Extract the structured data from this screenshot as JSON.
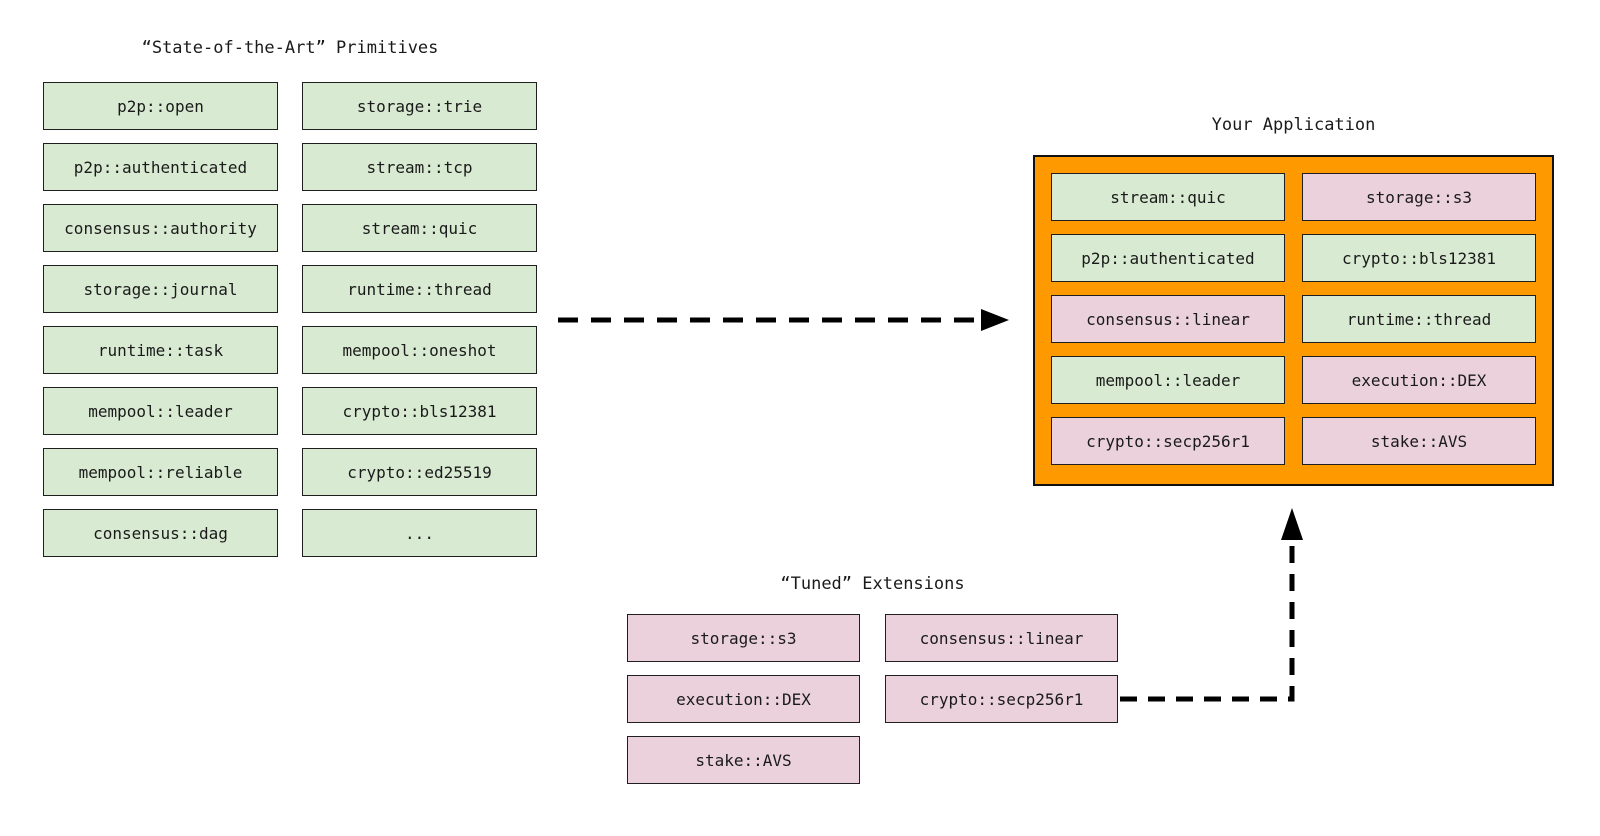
{
  "colors": {
    "green": "#d9ead3",
    "pink": "#ead1dc",
    "orange": "#ff9900",
    "line": "#000000"
  },
  "primitives": {
    "title": "“State-of-the-Art” Primitives",
    "col1": [
      "p2p::open",
      "p2p::authenticated",
      "consensus::authority",
      "storage::journal",
      "runtime::task",
      "mempool::leader",
      "mempool::reliable",
      "consensus::dag"
    ],
    "col2": [
      "storage::trie",
      "stream::tcp",
      "stream::quic",
      "runtime::thread",
      "mempool::oneshot",
      "crypto::bls12381",
      "crypto::ed25519",
      "..."
    ]
  },
  "application": {
    "title": "Your Application",
    "cells": [
      {
        "label": "stream::quic",
        "variant": "green"
      },
      {
        "label": "storage::s3",
        "variant": "pink"
      },
      {
        "label": "p2p::authenticated",
        "variant": "green"
      },
      {
        "label": "crypto::bls12381",
        "variant": "green"
      },
      {
        "label": "consensus::linear",
        "variant": "pink"
      },
      {
        "label": "runtime::thread",
        "variant": "green"
      },
      {
        "label": "mempool::leader",
        "variant": "green"
      },
      {
        "label": "execution::DEX",
        "variant": "pink"
      },
      {
        "label": "crypto::secp256r1",
        "variant": "pink"
      },
      {
        "label": "stake::AVS",
        "variant": "pink"
      }
    ]
  },
  "extensions": {
    "title": "“Tuned” Extensions",
    "col1": [
      "storage::s3",
      "execution::DEX",
      "stake::AVS"
    ],
    "col2": [
      "consensus::linear",
      "crypto::secp256r1"
    ]
  }
}
